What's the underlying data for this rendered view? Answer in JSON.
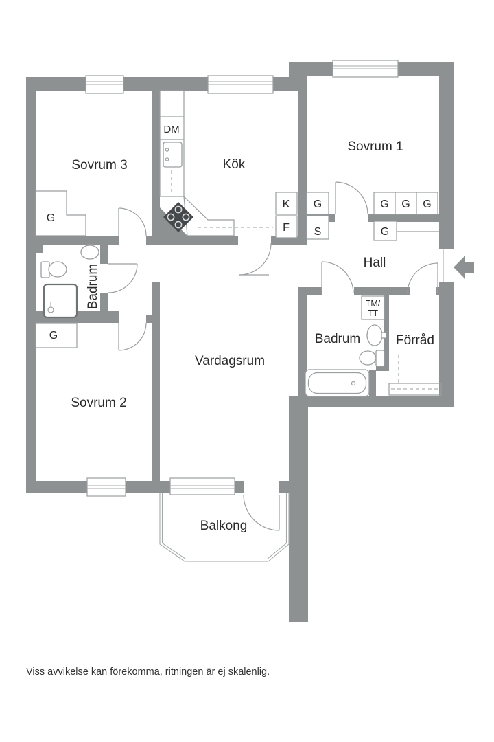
{
  "labels": {
    "rooms": {
      "sovrum1": "Sovrum 1",
      "sovrum2": "Sovrum 2",
      "sovrum3": "Sovrum 3",
      "kok": "Kök",
      "hall": "Hall",
      "vardagsrum": "Vardagsrum",
      "badrum_left": "Badrum",
      "badrum_right": "Badrum",
      "forrad": "Förråd",
      "balkong": "Balkong"
    },
    "units": {
      "dishwasher": "DM",
      "fridge": "K",
      "freezer": "F",
      "pantry": "S",
      "wardrobe": "G",
      "washer": "TM/",
      "dryer": "TT"
    }
  },
  "footer": {
    "disclaimer": "Viss avvikelse kan förekomma, ritningen är ej skalenlig."
  },
  "colors": {
    "wall": "#8d9192",
    "line": "#9a9e9f",
    "stove": "#45494b",
    "text": "#2a2a2a",
    "background": "#ffffff"
  }
}
